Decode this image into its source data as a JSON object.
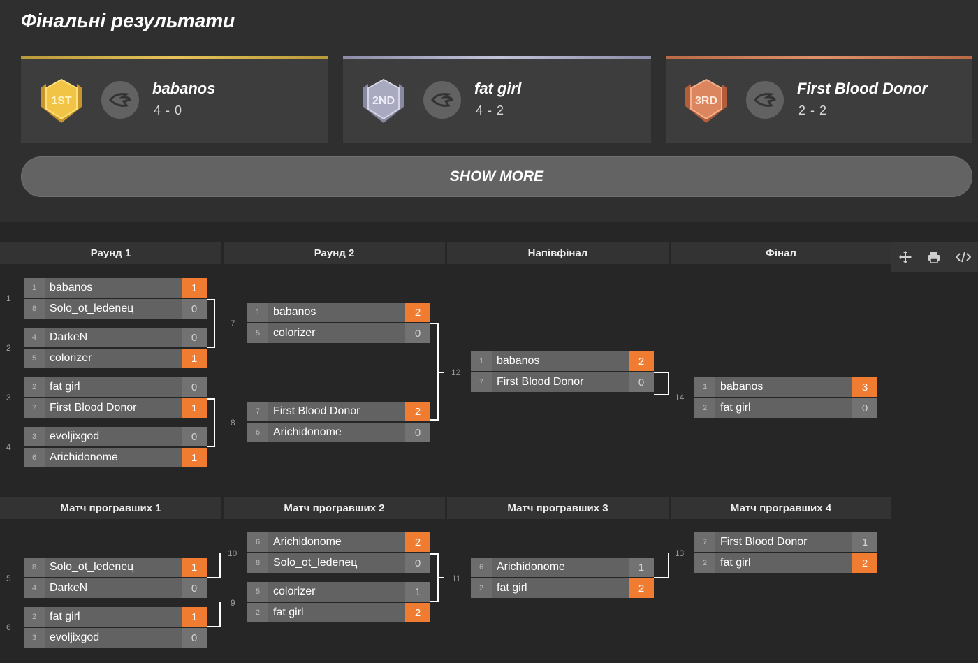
{
  "title": "Фінальні результати",
  "podium": [
    {
      "place_label": "1ST",
      "name": "babanos",
      "score": "4 - 0"
    },
    {
      "place_label": "2ND",
      "name": "fat girl",
      "score": "4 - 2"
    },
    {
      "place_label": "3RD",
      "name": "First Blood Donor",
      "score": "2 - 2"
    }
  ],
  "show_more": "SHOW MORE",
  "upper_headers": [
    "Раунд 1",
    "Раунд 2",
    "Напівфінал",
    "Фінал"
  ],
  "lower_headers": [
    "Матч програвших 1",
    "Матч програвших 2",
    "Матч програвших 3",
    "Матч програвших 4"
  ],
  "tools": {
    "move_icon": "move-icon",
    "print_icon": "print-icon",
    "embed_icon": "code-icon"
  },
  "match_numbers": [
    "1",
    "2",
    "3",
    "4",
    "5",
    "6",
    "7",
    "8",
    "9",
    "10",
    "11",
    "12",
    "13",
    "14"
  ],
  "matches": [
    {
      "id": "u1",
      "teams": [
        {
          "seed": "1",
          "name": "babanos",
          "score": "1",
          "win": true
        },
        {
          "seed": "8",
          "name": "Solo_ot_ledeneц",
          "score": "0",
          "win": false
        }
      ]
    },
    {
      "id": "u2",
      "teams": [
        {
          "seed": "4",
          "name": "DarkeN",
          "score": "0",
          "win": false
        },
        {
          "seed": "5",
          "name": "colorizer",
          "score": "1",
          "win": true
        }
      ]
    },
    {
      "id": "u3",
      "teams": [
        {
          "seed": "2",
          "name": "fat girl",
          "score": "0",
          "win": false
        },
        {
          "seed": "7",
          "name": "First Blood Donor",
          "score": "1",
          "win": true
        }
      ]
    },
    {
      "id": "u4",
      "teams": [
        {
          "seed": "3",
          "name": "evoljixgod",
          "score": "0",
          "win": false
        },
        {
          "seed": "6",
          "name": "Arichidonome",
          "score": "1",
          "win": true
        }
      ]
    },
    {
      "id": "u7",
      "teams": [
        {
          "seed": "1",
          "name": "babanos",
          "score": "2",
          "win": true
        },
        {
          "seed": "5",
          "name": "colorizer",
          "score": "0",
          "win": false
        }
      ]
    },
    {
      "id": "u8",
      "teams": [
        {
          "seed": "7",
          "name": "First Blood Donor",
          "score": "2",
          "win": true
        },
        {
          "seed": "6",
          "name": "Arichidonome",
          "score": "0",
          "win": false
        }
      ]
    },
    {
      "id": "u12",
      "teams": [
        {
          "seed": "1",
          "name": "babanos",
          "score": "2",
          "win": true
        },
        {
          "seed": "7",
          "name": "First Blood Donor",
          "score": "0",
          "win": false
        }
      ]
    },
    {
      "id": "u14",
      "teams": [
        {
          "seed": "1",
          "name": "babanos",
          "score": "3",
          "win": true
        },
        {
          "seed": "2",
          "name": "fat girl",
          "score": "0",
          "win": false
        }
      ]
    },
    {
      "id": "l5",
      "teams": [
        {
          "seed": "8",
          "name": "Solo_ot_ledeneц",
          "score": "1",
          "win": true
        },
        {
          "seed": "4",
          "name": "DarkeN",
          "score": "0",
          "win": false
        }
      ]
    },
    {
      "id": "l6",
      "teams": [
        {
          "seed": "2",
          "name": "fat girl",
          "score": "1",
          "win": true
        },
        {
          "seed": "3",
          "name": "evoljixgod",
          "score": "0",
          "win": false
        }
      ]
    },
    {
      "id": "l10",
      "teams": [
        {
          "seed": "6",
          "name": "Arichidonome",
          "score": "2",
          "win": true
        },
        {
          "seed": "8",
          "name": "Solo_ot_ledeneц",
          "score": "0",
          "win": false
        }
      ]
    },
    {
      "id": "l9",
      "teams": [
        {
          "seed": "5",
          "name": "colorizer",
          "score": "1",
          "win": false
        },
        {
          "seed": "2",
          "name": "fat girl",
          "score": "2",
          "win": true
        }
      ]
    },
    {
      "id": "l11",
      "teams": [
        {
          "seed": "6",
          "name": "Arichidonome",
          "score": "1",
          "win": false
        },
        {
          "seed": "2",
          "name": "fat girl",
          "score": "2",
          "win": true
        }
      ]
    },
    {
      "id": "l13",
      "teams": [
        {
          "seed": "7",
          "name": "First Blood Donor",
          "score": "1",
          "win": false
        },
        {
          "seed": "2",
          "name": "fat girl",
          "score": "2",
          "win": true
        }
      ]
    }
  ]
}
